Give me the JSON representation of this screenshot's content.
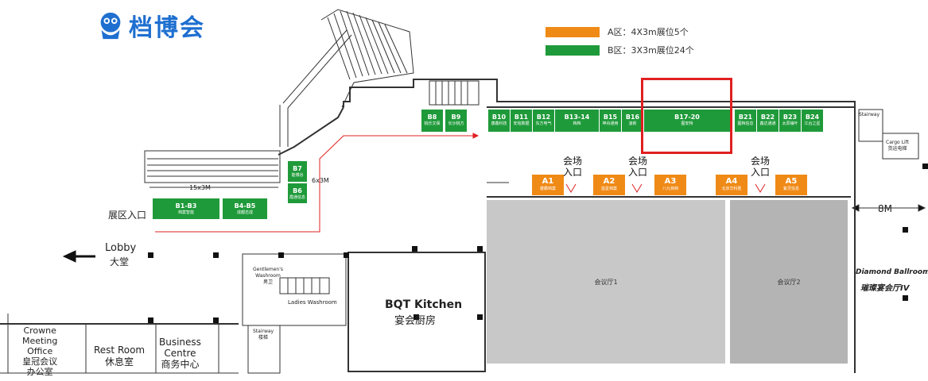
{
  "logo": {
    "text": "档博会",
    "icon": "mascot-logo-icon"
  },
  "legend": [
    {
      "color": "#f08a17",
      "text": "A区：4X3m展位5个"
    },
    {
      "color": "#1f9a3a",
      "text": "B区：3X3m展位24个"
    }
  ],
  "booths_top": [
    {
      "code": "B8",
      "name": "桃乐文保"
    },
    {
      "code": "B9",
      "name": "长沙桃方"
    },
    {
      "code": "B10",
      "name": "康鑫科技"
    },
    {
      "code": "B11",
      "name": "安铭数据"
    },
    {
      "code": "B12",
      "name": "东方电气"
    },
    {
      "code": "B13-14",
      "name": "档档"
    },
    {
      "code": "B15",
      "name": "坤舟通用"
    },
    {
      "code": "B16",
      "name": "凌新"
    },
    {
      "code": "B17-20",
      "name": "图安特"
    },
    {
      "code": "B21",
      "name": "图档信息"
    },
    {
      "code": "B22",
      "name": "鑫达通通"
    },
    {
      "code": "B23",
      "name": "太原铺叶"
    },
    {
      "code": "B24",
      "name": "江台之星"
    }
  ],
  "booths_left": [
    {
      "code": "B7",
      "name": "能博谷"
    },
    {
      "code": "B6",
      "name": "霞通信息"
    },
    {
      "code": "B1-B3",
      "name": "档案智能"
    },
    {
      "code": "B4-B5",
      "name": "成都志成"
    }
  ],
  "booths_a": [
    {
      "code": "A1",
      "name": "雄霸档案"
    },
    {
      "code": "A2",
      "name": "蓝星档案"
    },
    {
      "code": "A3",
      "name": "八九档档"
    },
    {
      "code": "A4",
      "name": "北京华科胜"
    },
    {
      "code": "A5",
      "name": "紫灵信息"
    }
  ],
  "labels": {
    "escalator_size": "15x3M",
    "side_size": "6x3M",
    "zone_entrance": "展区入口",
    "lobby_en": "Lobby",
    "lobby_cn": "大堂",
    "venue_entrance_1": "会场",
    "venue_entrance_2": "入口",
    "hall1": "会议厅1",
    "hall2": "会议厅2",
    "width_8m": "8M",
    "ballroom_en": "Diamond Ballroom IV",
    "ballroom_cn": "璀璨宴会厅IV",
    "kitchen_en": "BQT Kitchen",
    "kitchen_cn": "宴会厨房",
    "crowne_en_1": "Crowne",
    "crowne_en_2": "Meeting",
    "crowne_en_3": "Office",
    "crowne_cn_1": "皇冠会议",
    "crowne_cn_2": "办公室",
    "rest_en": "Rest Room",
    "rest_cn": "休息室",
    "business_en_1": "Business",
    "business_en_2": "Centre",
    "business_cn": "商务中心",
    "gents_en_1": "Gentlemen's",
    "gents_en_2": "Washroom",
    "gents_cn": "男卫",
    "ladies": "Ladies Washroom",
    "stairway_en": "Stairway",
    "stairway_cn": "楼梯",
    "cargo_en": "Cargo Lift",
    "cargo_cn": "货运电梯",
    "stairway_right": "Stairway"
  },
  "colors": {
    "green": "#1f9a3a",
    "orange": "#f08a17",
    "highlight": "#e02020",
    "hall": "#c8c8c8"
  }
}
